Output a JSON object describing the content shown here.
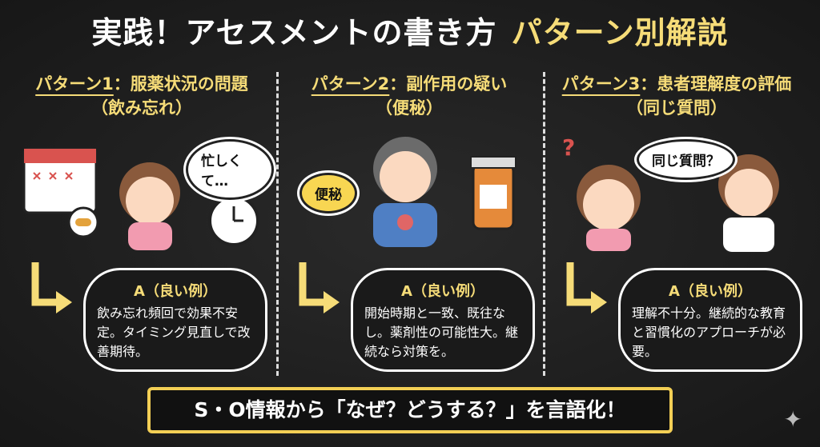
{
  "title": {
    "main": "実践！アセスメントの書き方",
    "accent": "パターン別解説"
  },
  "patterns": [
    {
      "label": "パターン1",
      "topic": "：服薬状況の問題",
      "sub": "（飲み忘れ）",
      "bubble": "忙しくて…",
      "answer_label": "A（良い例）",
      "answer": "飲み忘れ頻回で効果不安定。タイミング見直しで改善期待。"
    },
    {
      "label": "パターン2",
      "topic": "：副作用の疑い",
      "sub": "（便秘）",
      "bubble": "便秘",
      "answer_label": "A（良い例）",
      "answer": "開始時期と一致、既往なし。薬剤性の可能性大。継続なら対策を。"
    },
    {
      "label": "パターン3",
      "topic": "：患者理解度の評価",
      "sub": "（同じ質問）",
      "bubble": "同じ質問？",
      "answer_label": "A（良い例）",
      "answer": "理解不十分。継続的な教育と習慣化のアプローチが必要。"
    }
  ],
  "banner": "S・O情報から「なぜ？どうする？」を言語化！",
  "colors": {
    "accent": "#f6dc78",
    "background": "#1c1c1c"
  }
}
